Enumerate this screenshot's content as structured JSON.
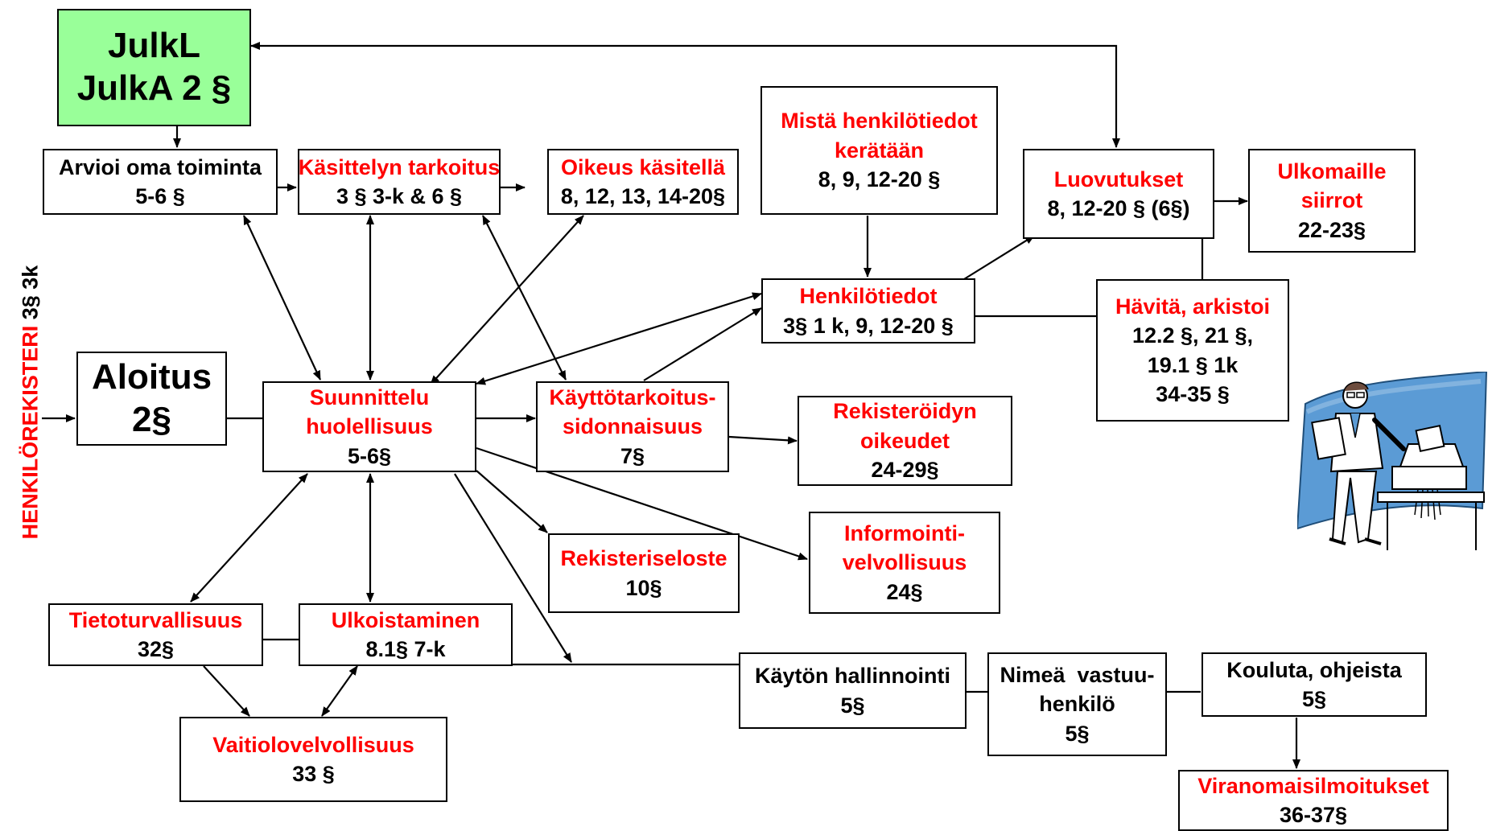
{
  "side_label": {
    "red": "HENKILÖREKISTERI",
    "black": "3§ 3k"
  },
  "boxes": {
    "julkl": {
      "line1": "JulkL",
      "line2": "JulkA 2 §"
    },
    "arvioi": {
      "title": "Arvioi oma toiminta",
      "ref": "5-6 §"
    },
    "kasittelyn": {
      "title": "Käsittelyn tarkoitus",
      "ref": "3 § 3-k & 6 §"
    },
    "oikeus": {
      "title": "Oikeus käsitellä",
      "ref": "8, 12, 13, 14-20§"
    },
    "mista": {
      "line1": "Mistä henkilötiedot",
      "line2": "kerätään",
      "ref": "8, 9, 12-20 §"
    },
    "luovutukset": {
      "title": "Luovutukset",
      "ref": "8, 12-20 § (6§)"
    },
    "ulkomaille": {
      "line1": "Ulkomaille",
      "line2": "siirrot",
      "ref": "22-23§"
    },
    "henkilotiedot": {
      "title": "Henkilötiedot",
      "ref": "3§ 1 k, 9, 12-20 §"
    },
    "havita": {
      "title": "Hävitä, arkistoi",
      "ref1": "12.2 §, 21 §,",
      "ref2": "19.1 § 1k",
      "ref3": "34-35 §"
    },
    "aloitus": {
      "line1": "Aloitus",
      "line2": "2§"
    },
    "suunnittelu": {
      "line1": "Suunnittelu",
      "line2": "huolellisuus",
      "ref": "5-6§"
    },
    "kayttotarkoitus": {
      "line1": "Käyttötarkoitus-",
      "line2": "sidonnaisuus",
      "ref": "7§"
    },
    "rekisteroidyn": {
      "line1": "Rekisteröidyn",
      "line2": "oikeudet",
      "ref": "24-29§"
    },
    "rekisteriseloste": {
      "title": "Rekisteriseloste",
      "ref": "10§"
    },
    "informointi": {
      "line1": "Informointi-",
      "line2": "velvollisuus",
      "ref": "24§"
    },
    "tietoturvallisuus": {
      "title": "Tietoturvallisuus",
      "ref": "32§"
    },
    "ulkoistaminen": {
      "title": "Ulkoistaminen",
      "ref": "8.1§ 7-k"
    },
    "vaitiolo": {
      "title": "Vaitiolovelvollisuus",
      "ref": "33 §"
    },
    "kayton": {
      "title": "Käytön hallinnointi",
      "ref": "5§"
    },
    "nimea": {
      "line1": "Nimeä  vastuu-",
      "line2": "henkilö",
      "ref": "5§"
    },
    "kouluta": {
      "title": "Kouluta, ohjeista",
      "ref": "5§"
    },
    "viranomais": {
      "title": "Viranomaisilmoitukset",
      "ref": "36-37§"
    }
  },
  "colors": {
    "emphasis": "#ff0000",
    "text": "#000000",
    "start_box": "#99ff99",
    "clipart_sky": "#5b9bd5"
  },
  "clipart": "person-at-paper-shredder"
}
